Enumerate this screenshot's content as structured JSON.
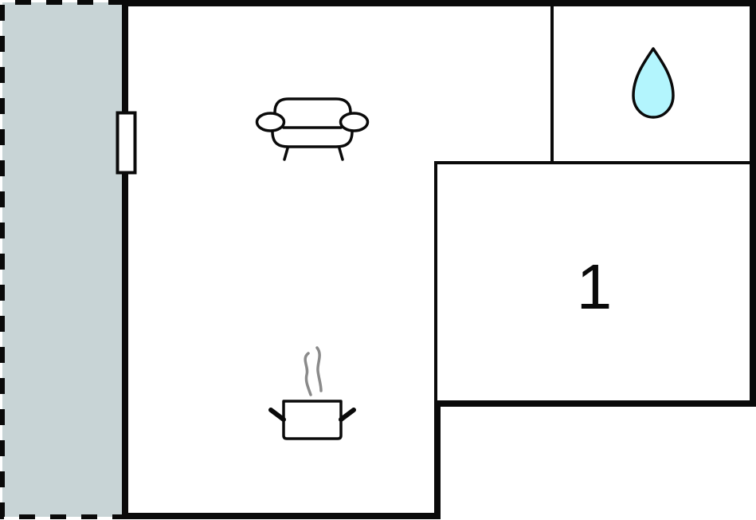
{
  "floor_plan": {
    "type": "floor plan",
    "colors": {
      "wall": "#0a0a0a",
      "terrace_fill": "#c8d4d6",
      "room_fill": "#ffffff",
      "water_drop_fill": "#b3f5fd",
      "steam": "#888888"
    },
    "areas": [
      {
        "id": "terrace",
        "label": "",
        "description": "outdoor terrace (dashed boundary)"
      },
      {
        "id": "living-kitchen",
        "label": "",
        "icons": [
          "sofa-icon",
          "cooking-pot-icon"
        ]
      },
      {
        "id": "bathroom",
        "label": "",
        "icons": [
          "water-drop-icon"
        ]
      },
      {
        "id": "bedroom-1",
        "label": "1"
      }
    ],
    "door": {
      "location": "between terrace and living room",
      "icon": "door-icon"
    }
  }
}
